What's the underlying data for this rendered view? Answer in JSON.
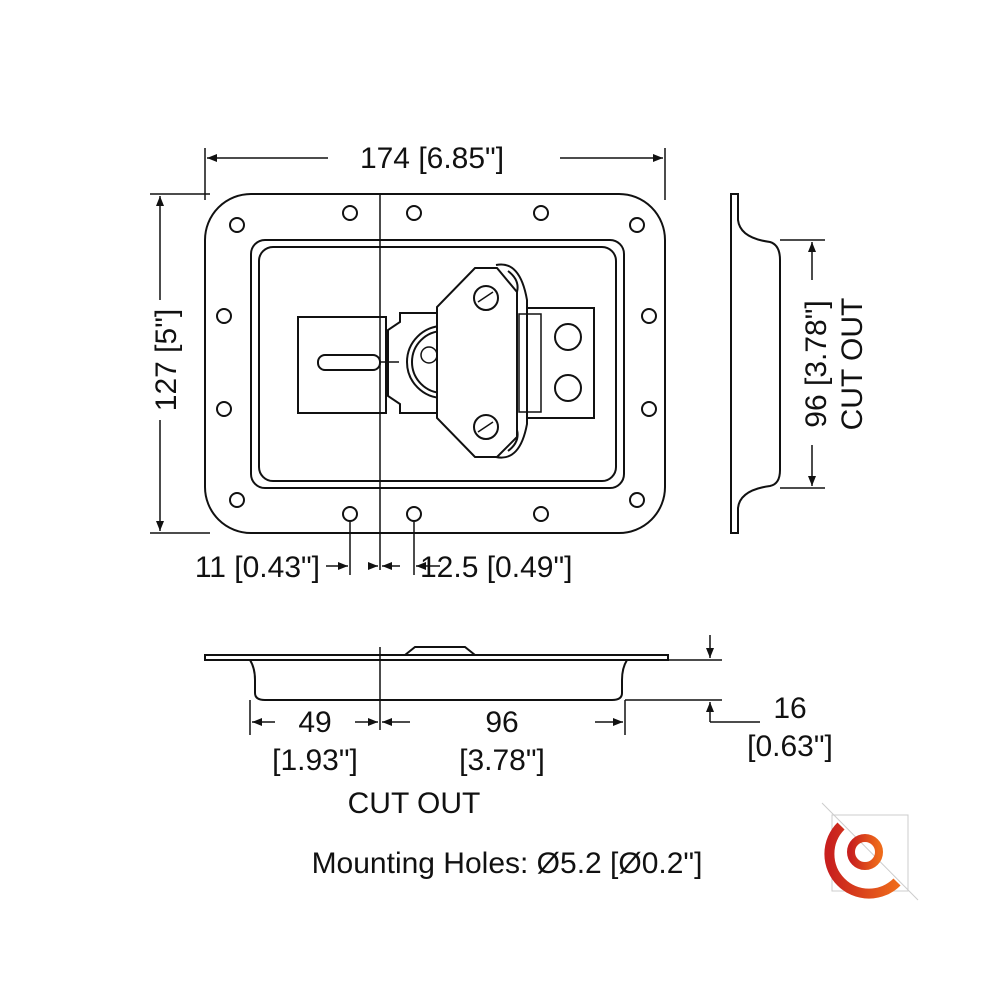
{
  "dimensions": {
    "width": "174 [6.85\"]",
    "height": "127 [5\"]",
    "left_offset": "11 [0.43\"]",
    "right_offset": "12.5 [0.49\"]",
    "cutout_height": "96 [3.78\"]",
    "cutout_label_side": "CUT OUT",
    "bottom_left_value": "49",
    "bottom_left_imperial": "[1.93\"]",
    "bottom_right_value": "96",
    "bottom_right_imperial": "[3.78\"]",
    "cutout_label_bottom": "CUT OUT",
    "depth_value": "16",
    "depth_imperial": "[0.63\"]"
  },
  "note": "Mounting Holes: Ø5.2 [Ø0.2\"]",
  "logo": {
    "name": "brand-logo",
    "colors": [
      "#c8201e",
      "#ee6a1a"
    ]
  }
}
